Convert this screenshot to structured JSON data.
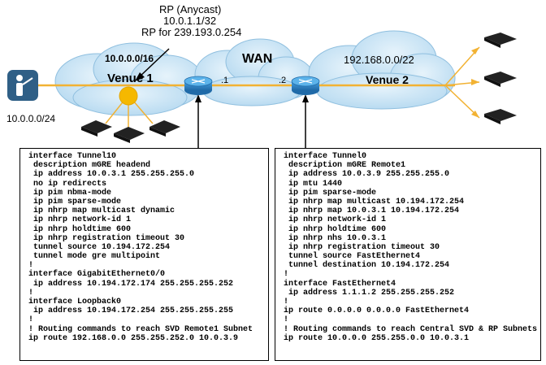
{
  "annotation": {
    "rp_label": "RP (Anycast)",
    "rp_address": "10.0.1.1/32",
    "rp_group": "RP for 239.193.0.254"
  },
  "venue1": {
    "subnet": "10.0.0.0/16",
    "name": "Venue 1",
    "host_subnet": "10.0.0.0/24"
  },
  "wan": {
    "name": "WAN",
    "hub_if": ".1",
    "remote_if": ".2"
  },
  "venue2": {
    "subnet": "192.168.0.0/22",
    "name": "Venue 2"
  },
  "colors": {
    "cloud": "#c9e4f5",
    "cloud_edge": "#8fbfdf",
    "link": "#f2b233",
    "router": "#2a7fc0",
    "rp": "#f5b800",
    "person_bg": "#2f5f86",
    "device": "#222222"
  },
  "hub_config": [
    "interface Tunnel10",
    " description mGRE headend",
    " ip address 10.0.3.1 255.255.255.0",
    " no ip redirects",
    " ip pim nbma-mode",
    " ip pim sparse-mode",
    " ip nhrp map multicast dynamic",
    " ip nhrp network-id 1",
    " ip nhrp holdtime 600",
    " ip nhrp registration timeout 30",
    " tunnel source 10.194.172.254",
    " tunnel mode gre multipoint",
    "!",
    "interface GigabitEthernet0/0",
    " ip address 10.194.172.174 255.255.255.252",
    "!",
    "interface Loopback0",
    " ip address 10.194.172.254 255.255.255.255",
    "!",
    "! Routing commands to reach SVD Remote1 Subnet",
    "ip route 192.168.0.0 255.255.252.0 10.0.3.9"
  ],
  "remote_config": [
    "interface Tunnel0",
    " description mGRE Remote1",
    " ip address 10.0.3.9 255.255.255.0",
    " ip mtu 1440",
    " ip pim sparse-mode",
    " ip nhrp map multicast 10.194.172.254",
    " ip nhrp map 10.0.3.1 10.194.172.254",
    " ip nhrp network-id 1",
    " ip nhrp holdtime 600",
    " ip nhrp nhs 10.0.3.1",
    " ip nhrp registration timeout 30",
    " tunnel source FastEthernet4",
    " tunnel destination 10.194.172.254",
    "!",
    "interface FastEthernet4",
    " ip address 1.1.1.2 255.255.255.252",
    "!",
    "ip route 0.0.0.0 0.0.0.0 FastEthernet4",
    "!",
    "! Routing commands to reach Central SVD & RP Subnets",
    "ip route 10.0.0.0 255.255.0.0 10.0.3.1"
  ]
}
